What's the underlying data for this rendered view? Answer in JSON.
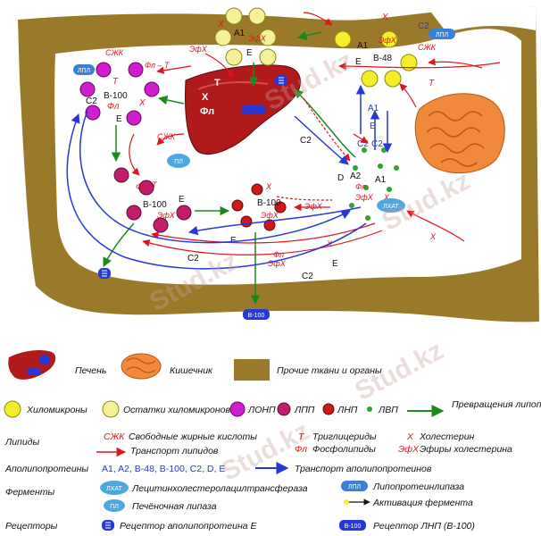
{
  "colors": {
    "tissue": "#9a7a2a",
    "liver": "#b01a1a",
    "intestine": "#f08a3a",
    "chylo": "#f4ee2a",
    "remnant": "#f7f09a",
    "vldl": "#d21ccf",
    "idl": "#c21c6a",
    "ldl": "#d01818",
    "hdl": "#2ea52e",
    "red": "#e0141c",
    "blue": "#2638d6",
    "green": "#1b8a1b"
  },
  "diagram": {
    "a1": "A1",
    "a2": "A2",
    "c2": "C2",
    "e": "E",
    "b48": "B-48",
    "b100": "B-100",
    "d": "D",
    "tg": "T",
    "chol": "X",
    "fl": "Фл",
    "efx": "ЭфХ",
    "szk": "СЖК",
    "fl_t": "Фл – Т",
    "efx_arrow": "–ЭфХ–",
    "lpl": "ЛПЛ",
    "pl": "ПЛ",
    "lhat": "ЛХАТ",
    "receptor_b100": "B-100",
    "watermark": "Stud.kz"
  },
  "legend": {
    "liver": "Печень",
    "intestine": "Кишечник",
    "other": "Прочие ткани и органы",
    "chylomicrons": "Хиломикроны",
    "remnants": "Остатки хиломикронов",
    "vldl": "ЛОНП",
    "idl": "ЛПП",
    "ldl": "ЛНП",
    "hdl": "ЛВП",
    "conversion": "Превращения липопротеинов",
    "lipids_title": "Липиды",
    "szk_abbr": "СЖК",
    "szk_text": "Свободные жирные кислоты",
    "lipid_transport": "Транспорт липидов",
    "t_abbr": "Т",
    "t_text": "Триглицериды",
    "fl_abbr": "Фл",
    "fl_text": "Фосфолипиды",
    "x_abbr": "Х",
    "x_text": "Холестерин",
    "efx_abbr": "ЭфХ",
    "efx_text": "Эфиры холестерина",
    "apo_title": "Аполипопротеины",
    "apo_list": "A1, A2, B-48, B-100, C2, D, E",
    "apo_transport": "Транспорт аполипопротеинов",
    "enzymes_title": "Ферменты",
    "lhat_abbr": "ЛХАТ",
    "lhat_text": "Лецитинхолестеролацилтрансфераза",
    "lpl_abbr": "ЛПЛ",
    "lpl_text": "Липопротеинлипаза",
    "activation": "Активация фермента",
    "pl_abbr": "ПЛ",
    "pl_text": "Печёночная липаза",
    "receptors_title": "Рецепторы",
    "rec_e": "Рецептор аполипопротеина Е",
    "rec_b100_abbr": "B-100",
    "rec_b100": "Рецептор ЛНП (B-100)"
  }
}
